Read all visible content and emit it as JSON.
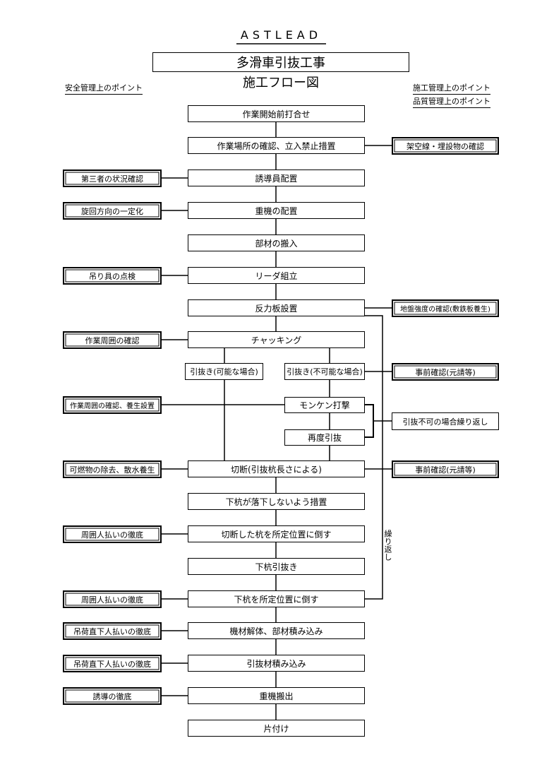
{
  "header": {
    "company": "ASTLEAD",
    "title": "多滑車引抜工事",
    "subtitle": "施工フロー図",
    "left_heading": "安全管理上のポイント",
    "right_heading_1": "施工管理上のポイント",
    "right_heading_2": "品質管理上のポイント"
  },
  "steps": [
    "作業開始前打合せ",
    "作業場所の確認、立入禁止措置",
    "誘導員配置",
    "重機の配置",
    "部材の搬入",
    "リーダ組立",
    "反力板設置",
    "チャッキング",
    "切断(引抜杭長さによる)",
    "下杭が落下しないよう措置",
    "切断した杭を所定位置に倒す",
    "下杭引抜き",
    "下杭を所定位置に倒す",
    "機材解体、部材積み込み",
    "引抜材積み込み",
    "重機搬出",
    "片付け"
  ],
  "branch": {
    "possible": "引抜き(可能な場合)",
    "impossible": "引抜き(不可能な場合)",
    "monken": "モンケン打撃",
    "retry": "再度引抜",
    "repeat_note": "引抜不可の場合繰り返し"
  },
  "safety_points": [
    "第三者の状況確認",
    "旋回方向の一定化",
    "吊り具の点検",
    "作業周囲の確認",
    "作業周囲の確認、養生設置",
    "可燃物の除去、散水養生",
    "周囲人払いの徹底",
    "周囲人払いの徹底",
    "吊荷直下人払いの徹底",
    "吊荷直下人払いの徹底",
    "誘導の徹底"
  ],
  "quality_points": [
    "架空線・埋設物の確認",
    "地盤強度の確認(敷鉄板養生)",
    "事前確認(元請等)",
    "事前確認(元請等)"
  ],
  "loop_label": "繰り返し"
}
